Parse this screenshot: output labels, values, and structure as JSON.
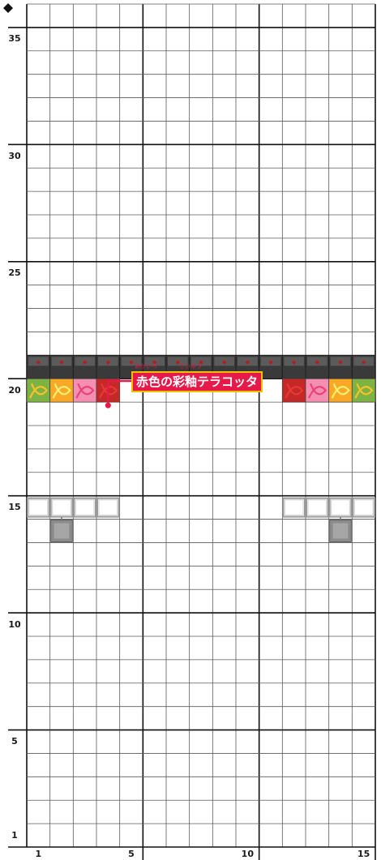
{
  "grid": {
    "columns": 15,
    "rows": 36
  },
  "y_axis_labels": [
    "1",
    "5",
    "10",
    "15",
    "20",
    "25",
    "30",
    "35"
  ],
  "x_axis_labels": [
    "1",
    "5",
    "10",
    "15"
  ],
  "blocks": {
    "observer_row": {
      "row": 21,
      "columns": [
        1,
        2,
        3,
        4,
        5,
        6,
        7,
        8,
        9,
        10,
        11,
        12,
        13,
        14,
        15
      ]
    },
    "terracotta_row": [
      {
        "column": 1,
        "color": "green"
      },
      {
        "column": 2,
        "color": "orange"
      },
      {
        "column": 3,
        "color": "pink"
      },
      {
        "column": 4,
        "color": "red"
      },
      {
        "column": 12,
        "color": "red"
      },
      {
        "column": 13,
        "color": "pink"
      },
      {
        "column": 14,
        "color": "orange"
      },
      {
        "column": 15,
        "color": "green"
      }
    ],
    "frames": [
      {
        "row": 15,
        "columns": [
          1,
          2,
          3,
          4
        ]
      },
      {
        "row": 15,
        "columns": [
          12,
          13,
          14,
          15
        ]
      }
    ],
    "stone_blocks": [
      {
        "row": 14,
        "column": 2
      },
      {
        "row": 14,
        "column": 14
      }
    ]
  },
  "callout": {
    "label": "赤色の彩釉テラコッタ",
    "ruby_1": "あかいろ",
    "ruby_2": "さいゆう",
    "target": {
      "row": 20,
      "column": 4
    }
  },
  "colors": {
    "grid_line": "#5a5a5a",
    "major_line": "#111111",
    "callout_bg": "#e5194a",
    "callout_border": "#f5c000",
    "red": "#c62828",
    "pink": "#f48fb1",
    "orange": "#f9a825",
    "green": "#7cb342",
    "observer": "#3a3a3a"
  }
}
